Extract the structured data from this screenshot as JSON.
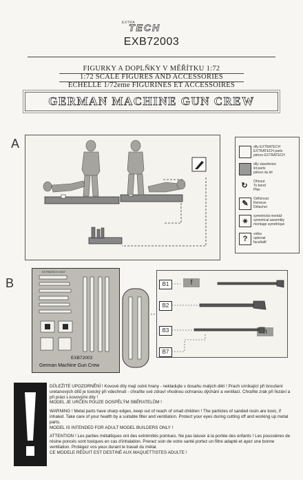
{
  "header": {
    "brand_small": "EXTRA",
    "brand_main": "TECH",
    "product_code": "EXB72003",
    "title_cz": "FIGURKY A DOPLŇKY V MĚŘÍTKU 1:72",
    "title_en": "1:72 SCALE FIGURES AND ACCESSORIES",
    "title_fr": "ECHELLE 1/72eme FIGURINES ET ACCESSOIRES",
    "banner": "GERMAN MACHINE GUN CREW"
  },
  "section_a": {
    "letter": "A",
    "legend": [
      {
        "icon": "part-box-icon",
        "glyph": "",
        "text": "díly EXTRATECH\nEXTRATECH parts\npièces EXTRATECH"
      },
      {
        "icon": "resin-part-icon",
        "glyph": "",
        "text": "díly stavebnice\nkit parts\npièces du kit"
      },
      {
        "icon": "bend-icon",
        "glyph": "↻",
        "text": "Ohnout\nTo bend\nPlier"
      },
      {
        "icon": "remove-icon",
        "glyph": "✎",
        "text": "Odříznout\nRemove\nDétacher"
      },
      {
        "icon": "symmetric-icon",
        "glyph": "⚹",
        "text": "symetrická montáž\nsymetrical assembly\nmontage symétrique"
      },
      {
        "icon": "optional-icon",
        "glyph": "?",
        "text": "volba\noptional\nfacultatif"
      }
    ]
  },
  "section_b": {
    "letter": "B",
    "fret_top": "EXTRATECH 2007",
    "fret_code": "EXB72003",
    "fret_name": "German Machine Gun Crew",
    "steps": [
      "B1",
      "B2",
      "B3",
      "B7"
    ],
    "labels": [
      "f",
      "h"
    ]
  },
  "warnings": {
    "cz": "DŮLEŽITÉ UPOZORNĚNÍ ! Kovové díly mají ostré hrany - nekladujte v dosahu malých dětí ! Prach vznikající při broušení uretanových dílů je toxický při vdechnutí - chraňte své zdraví vhodnou ochranou dýchání a ventilací. Chraňte zrak při řezání a při práci s kovovými díly !",
    "cz2": "MODEL JE URČEN POUZE DOSPĚLÝM SBĚRATELŮM !",
    "en": "WARNING ! Metal parts have sharp edges, keep out of reach of small children ! The particles of sanded resin are toxic, if inhaled. Take care of your health by a suitable filter and ventilation. Protect your eyes during cutting off and working up metal parts.",
    "en2": "MODEL IS INTENDED FOR ADULT MODEL BUILDERS ONLY !",
    "fr": "ATTENTION ! Les parties métalliques ont des extrémités pointues. Ne pas laisser à la portée des enfants ! Les poussières de résine poncés sont toxiques en cas d'inhalation. Prenez soin de votre santé portez un filtre adapté et ayez une bonne ventilation. Protégez vos yeux durant le travail du métal.",
    "fr2": "CE MODELE RÉDUIT EST DESTINÉ AUX MAQUETTISTES ADULTE !"
  }
}
